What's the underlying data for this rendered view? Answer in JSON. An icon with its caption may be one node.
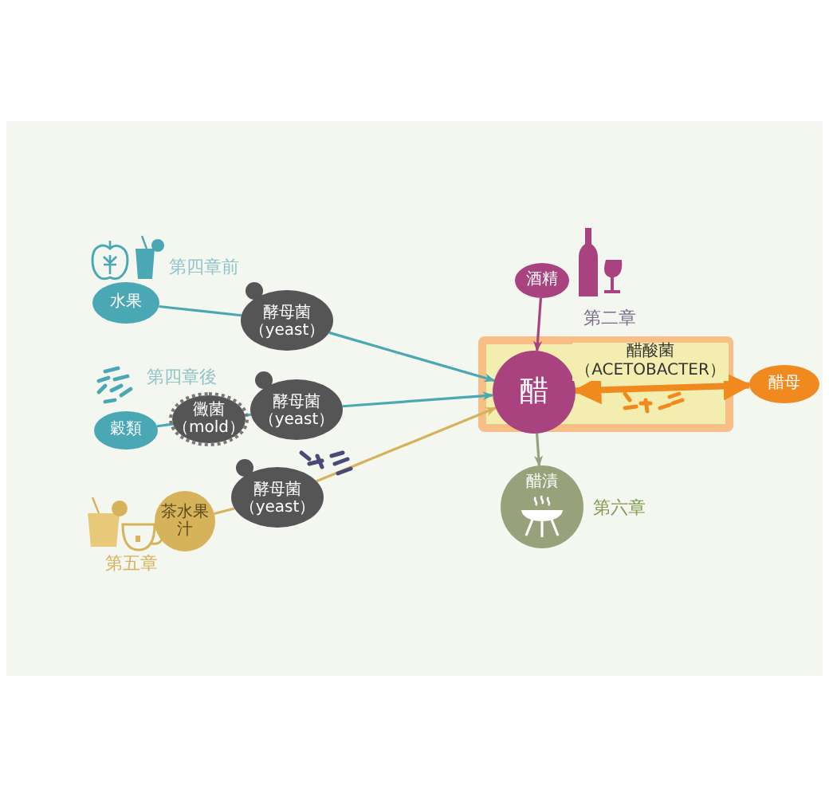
{
  "diagram": {
    "nodes": [
      {
        "text": [
          "水果"
        ]
      },
      {
        "text": [
          "酵母菌（yeast）"
        ]
      },
      {
        "text": [
          "穀類"
        ]
      },
      {
        "text": [
          "黴菌（mold）"
        ]
      },
      {
        "text": [
          "酵母菌（yeast）"
        ]
      },
      {
        "text": [
          "茶水果汁"
        ]
      },
      {
        "text": [
          "酵母菌（yeast）"
        ]
      },
      {
        "text": [],
        "shape": "box"
      },
      {
        "text": [
          "醋"
        ],
        "in": 7
      },
      {
        "text": [
          "酒精"
        ]
      },
      {
        "text": [
          "醋母"
        ]
      },
      {
        "text": [
          "醋漬"
        ]
      }
    ],
    "labels": [
      "第四章前",
      "第二章",
      "第四章後",
      "第六章",
      "第五章"
    ],
    "edges": [
      {
        "from": 0,
        "to": 1,
        "arrow": "none"
      },
      {
        "from": 1,
        "to": 8,
        "arrow": "to"
      },
      {
        "from": 2,
        "to": 3,
        "arrow": "none"
      },
      {
        "from": 3,
        "to": 4,
        "arrow": "none"
      },
      {
        "from": 4,
        "to": 8,
        "arrow": "to"
      },
      {
        "from": 5,
        "to": 6,
        "arrow": "none",
        "color": "#d6b35a"
      },
      {
        "from": 6,
        "to": 8,
        "arrow": "to",
        "color": "#d6b35a"
      },
      {
        "from": 9,
        "to": 8,
        "arrow": "to",
        "color": "#a8437f"
      },
      {
        "from": 8,
        "to": 11,
        "arrow": "to",
        "color": "#97a27a"
      },
      {
        "from": 8,
        "to": 10,
        "arrow": "both",
        "style": "thick",
        "color": "#f08a1e",
        "label": "醋酸菌（ACETOBACTER）"
      }
    ]
  }
}
